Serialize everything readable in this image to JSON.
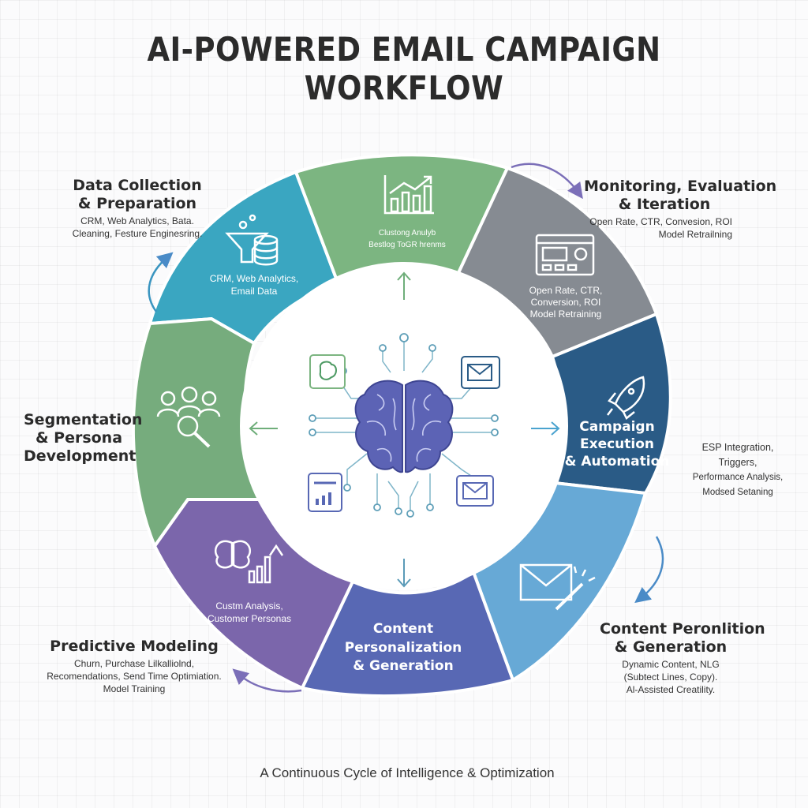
{
  "title": "AI-POWERED EMAIL CAMPAIGN WORKFLOW",
  "footer": "A Continuous Cycle of Intelligence & Optimization",
  "colors": {
    "teal": "#3aa6c1",
    "green_top": "#7cb581",
    "gray": "#868b92",
    "navy": "#2a5b86",
    "light_blue": "#67a9d6",
    "indigo": "#5868b4",
    "purple": "#7b66ab",
    "green_left": "#76ac7d",
    "brain": "#5c63b5",
    "arrow_purple": "#7b6fb8"
  },
  "outer_labels": {
    "data_collection": {
      "heading": [
        "Data Collection",
        "& Preparation"
      ],
      "details": [
        "CRM, Web Analytics, Bata.",
        "Cleaning, Festure Enginesring."
      ]
    },
    "monitoring": {
      "heading": [
        "Monitoring, Evaluation",
        "& Iteration"
      ],
      "details": [
        "Open Rate, CTR, Convesion, ROI",
        "Model Retrailning"
      ]
    },
    "segmentation": {
      "heading": [
        "Segmentation",
        "& Persona",
        "Development"
      ]
    },
    "campaign_details": {
      "details": [
        "ESP Integration,",
        "Triggers,",
        "Performance Analysis,",
        "Modsed Setaning"
      ]
    },
    "predictive": {
      "heading": [
        "Predictive Modeling"
      ],
      "details": [
        "Churn, Purchase Lilkalliolnd,",
        "Recomendations, Send Time Optimiation.",
        "Model Training"
      ]
    },
    "content_peron": {
      "heading": [
        "Content Peronlition",
        "& Generation"
      ],
      "details": [
        "Dynamic Content, NLG",
        "(Subtect Lines, Copy).",
        "Al-Assisted Creatility."
      ]
    }
  },
  "segments": {
    "teal_text": [
      "CRM, Web Analytics,",
      "Email Data"
    ],
    "top_text": [
      "Clustong Anulyb",
      "Bestlog ToGR hrenms"
    ],
    "gray_text": [
      "Open Rate, CTR,",
      "Conversion, ROI",
      "Model Retraining"
    ],
    "navy_heading": [
      "Campaign",
      "Execution",
      "& Automation"
    ],
    "purple_text": [
      "Custm Analysis,",
      "Customer Personas"
    ],
    "indigo_heading": [
      "Content",
      "Personalization",
      "& Generation"
    ]
  }
}
